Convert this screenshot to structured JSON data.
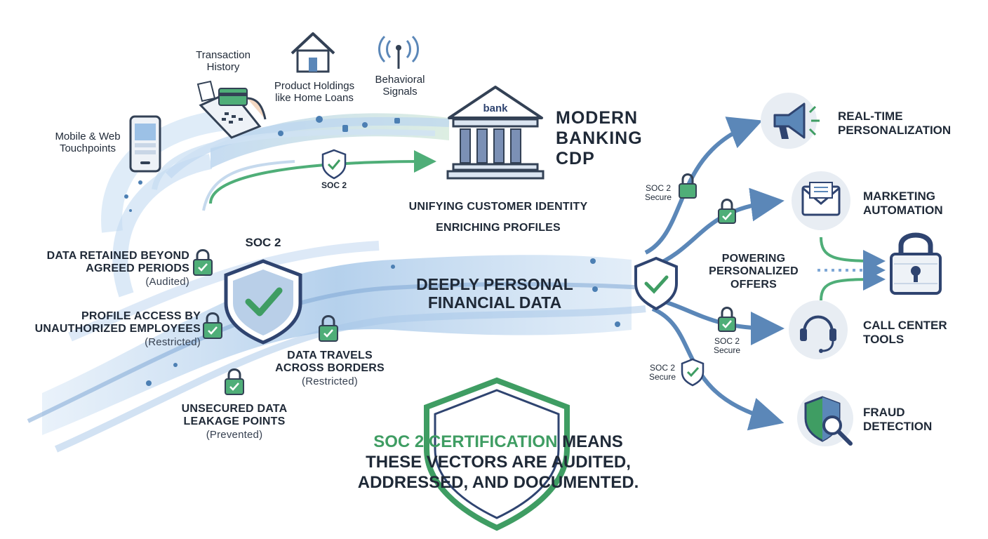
{
  "sources": {
    "mobile": "Mobile & Web Touchpoints",
    "transaction": "Transaction History",
    "product": "Product Holdings like Home Loans",
    "behavioral": "Behavioral Signals"
  },
  "center": {
    "bank_sign": "bank",
    "cdp_title_lines": [
      "MODERN",
      "BANKING",
      "CDP"
    ],
    "soc2_top": "SOC 2",
    "unifying": "UNIFYING CUSTOMER IDENTITY",
    "enriching": "ENRICHING PROFILES",
    "stream_title": "DEEPLY PERSONAL FINANCIAL DATA",
    "soc2_shield": "SOC 2",
    "powering": "POWERING PERSONALIZED OFFERS"
  },
  "risks": {
    "retained": {
      "title": "DATA RETAINED BEYOND AGREED PERIODS",
      "status": "(Audited)"
    },
    "access": {
      "title": "PROFILE ACCESS BY UNAUTHORIZED EMPLOYEES",
      "status": "(Restricted)"
    },
    "borders": {
      "title": "DATA TRAVELS ACROSS BORDERS",
      "status": "(Restricted)"
    },
    "leakage": {
      "title": "UNSECURED DATA LEAKAGE POINTS",
      "status": "(Prevented)"
    }
  },
  "soc_secure": {
    "upper": "SOC 2 Secure",
    "middle": "SOC 2 Secure",
    "lower": "SOC 2 Secure"
  },
  "outputs": {
    "realtime": "REAL-TIME PERSONALIZATION",
    "marketing": "MARKETING AUTOMATION",
    "callcenter": "CALL CENTER TOOLS",
    "fraud": "FRAUD DETECTION"
  },
  "certification": {
    "highlight": "SOC 2 CERTIFICATION",
    "rest": " MEANS THESE VECTORS ARE AUDITED, ADDRESSED, AND DOCUMENTED."
  },
  "colors": {
    "green": "#3f9d63",
    "navy": "#2f4470",
    "blue": "#5b87b8",
    "stream": "#a9c8e8"
  }
}
